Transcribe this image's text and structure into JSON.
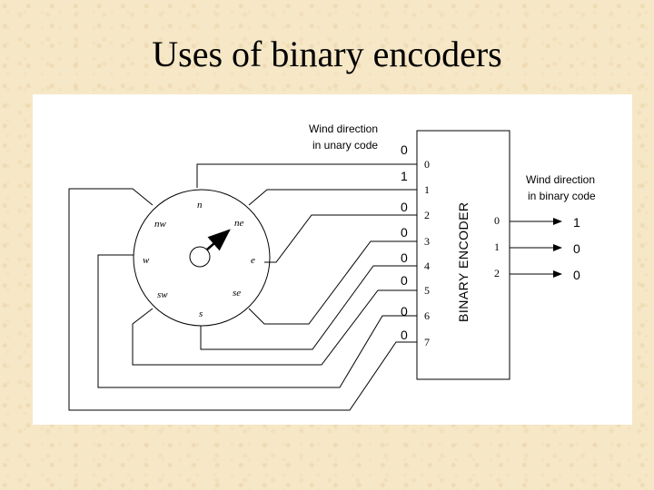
{
  "title": "Uses of binary encoders",
  "unary_label_line1": "Wind direction",
  "unary_label_line2": "in unary code",
  "binary_label_line1": "Wind direction",
  "binary_label_line2": "in binary code",
  "encoder_label": "BINARY ENCODER",
  "compass": {
    "n": "n",
    "ne": "ne",
    "e": "e",
    "se": "se",
    "s": "s",
    "sw": "sw",
    "w": "w",
    "nw": "nw"
  },
  "input_values": [
    "0",
    "1",
    "0",
    "0",
    "0",
    "0",
    "0",
    "0"
  ],
  "input_indices": [
    "0",
    "1",
    "2",
    "3",
    "4",
    "5",
    "6",
    "7"
  ],
  "output_indices": [
    "0",
    "1",
    "2"
  ],
  "output_values": [
    "1",
    "0",
    "0"
  ]
}
